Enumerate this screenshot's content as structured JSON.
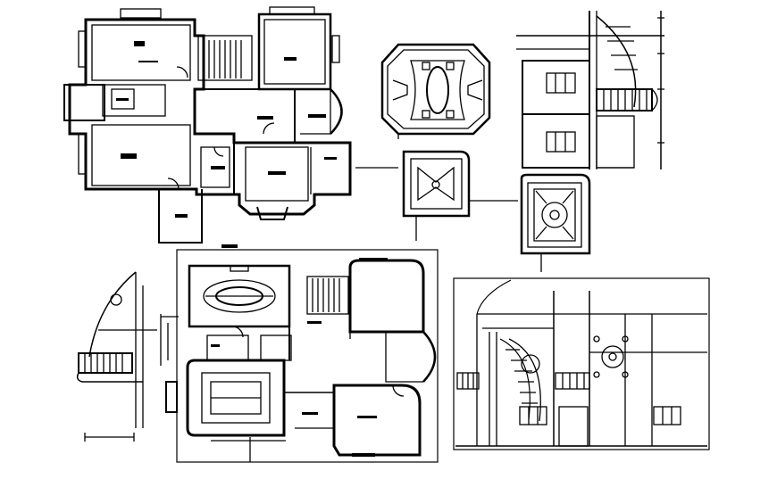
{
  "sheet": {
    "background": "#ffffff",
    "line_color": "#000000",
    "fill_color": "#000000"
  },
  "drawings": [
    {
      "id": "ground-floor-plan",
      "kind": "floor-plan",
      "labels": []
    },
    {
      "id": "first-floor-plan",
      "kind": "floor-plan",
      "labels": []
    },
    {
      "id": "ceiling-detail-a",
      "kind": "ceiling-detail",
      "labels": []
    },
    {
      "id": "ceiling-detail-b",
      "kind": "ceiling-detail",
      "labels": []
    },
    {
      "id": "ceiling-detail-c",
      "kind": "ceiling-detail",
      "labels": []
    },
    {
      "id": "side-elevation",
      "kind": "elevation",
      "labels": []
    },
    {
      "id": "staircase-section",
      "kind": "section",
      "labels": []
    },
    {
      "id": "front-elevation",
      "kind": "elevation",
      "labels": []
    }
  ]
}
